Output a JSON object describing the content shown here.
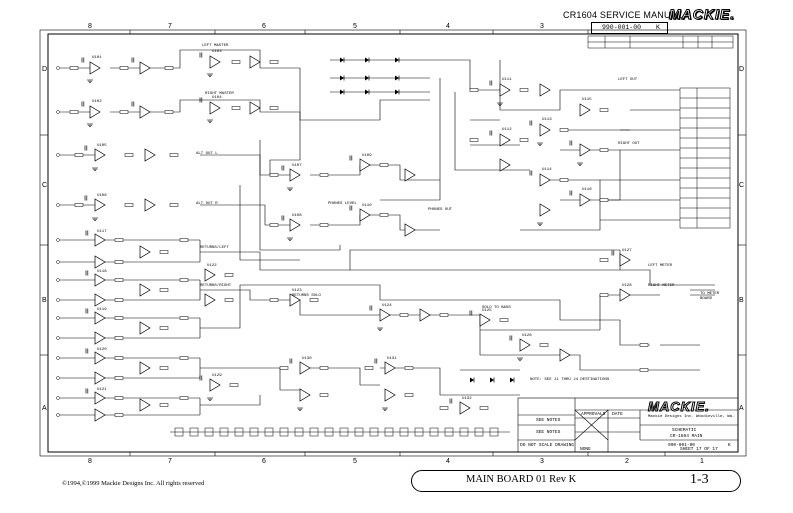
{
  "header": {
    "title": "CR1604 SERVICE MANUAL",
    "brand": "MACKIE.",
    "doc_number": "990-001-00",
    "doc_rev": "K"
  },
  "grid": {
    "columns": [
      "8",
      "7",
      "6",
      "5",
      "4",
      "3",
      "2",
      "1"
    ],
    "rows": [
      "D",
      "C",
      "B",
      "A"
    ]
  },
  "title_block": {
    "brand": "MACKIE.",
    "company": "Mackie Designs Inc. Woodinville, Wa.",
    "sheet_title": "SCHEMATIC",
    "sheet_subtitle": "CR-1604 MAIN",
    "drawing_number": "990-001-00",
    "rev": "K",
    "approvals_label": "APPROVALS",
    "date_label": "DATE",
    "do_not_scale": "DO NOT SCALE DRAWING",
    "see_notes_1": "SEE NOTES",
    "see_notes_2": "SEE NOTES",
    "sheet": "SHEET 17 OF 17",
    "scale": "NONE"
  },
  "annotations": {
    "left_master": "LEFT MASTER",
    "right_master": "RIGHT MASTER",
    "left_out": "LEFT OUT",
    "right_out": "RIGHT OUT",
    "phones_level": "PHONES LEVEL",
    "phones_out": "PHONES OUT",
    "returns_left": "RETURNS/LEFT",
    "returns_right": "RETURNS/RIGHT",
    "returns_solo": "RETURNS SOLO",
    "solo_to_bass": "SOLO TO BASS",
    "left_meter": "LEFT METER",
    "right_meter": "RIGHT METER",
    "to_meter_board": "TO METER BOARD",
    "alt_out_l": "ALT OUT L",
    "alt_out_r": "ALT OUT R",
    "note": "NOTE: SEE J1 THRU J4 DESTINATIONS"
  },
  "footer": {
    "copyright": "©1994,©1999 Mackie Designs Inc. All rights reserved",
    "board_name": "MAIN BOARD 01 Rev K",
    "page": "1-3"
  }
}
